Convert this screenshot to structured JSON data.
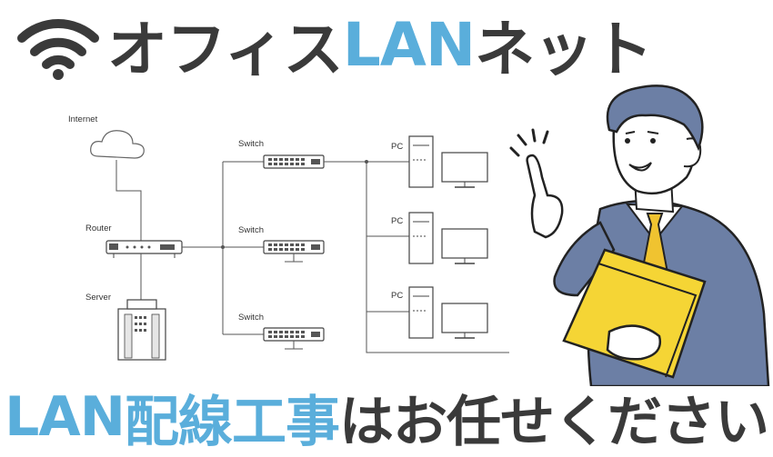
{
  "title": {
    "part1": "オフィス",
    "part2": "LAN",
    "part3": "ネット"
  },
  "diagram": {
    "internet": "Internet",
    "router": "Router",
    "server": "Server",
    "switch": "Switch",
    "pc": "PC"
  },
  "bottom": {
    "part1": "LAN",
    "part2": "配線工事",
    "part3": "はお任せください"
  },
  "colors": {
    "dark": "#3a3a3a",
    "blue": "#5aaedb",
    "suit": "#6c7fa5",
    "folder": "#f5d535",
    "tie": "#f0c330"
  }
}
